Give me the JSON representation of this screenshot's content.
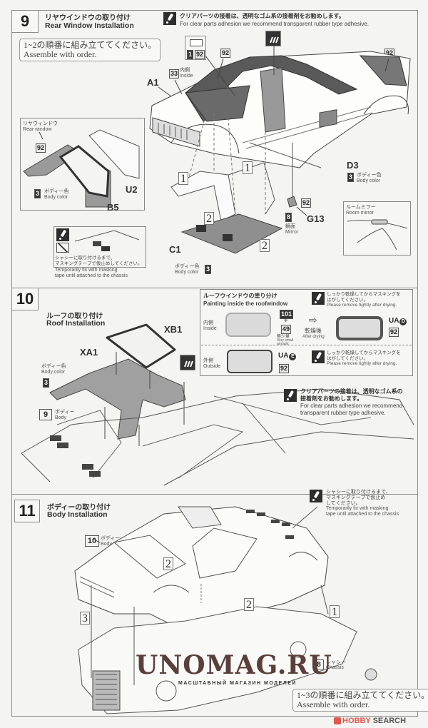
{
  "glue_note": {
    "jp": "クリアパーツの接着は、透明なゴム系の接着剤をお勧めします。",
    "en": "For clear parts adhesion we recommend transparent rubber type adhesive."
  },
  "steps": [
    {
      "number": "9",
      "title_jp": "リヤウインドウの取り付け",
      "title_en": "Rear Window Installation",
      "order_note_jp": "1~2の順番に組み立ててください。",
      "order_note_en": "Assemble with order.",
      "parts": {
        "a1": "A1",
        "u2": "U2",
        "b5": "B5",
        "c1": "C1",
        "d3": "D3",
        "g13": "G13"
      },
      "callouts": {
        "inside_num": "33",
        "inside_jp": "内側",
        "inside_en": "Inside",
        "color_1": "1",
        "color_92": "92",
        "rear_window_jp": "リヤウィンドウ",
        "rear_window_en": "Rear window",
        "body_color_num": "3",
        "body_color_jp": "ボディー色",
        "body_color_en": "Body color",
        "mirror_num": "8",
        "mirror_jp": "鏡面",
        "mirror_en": "Mirror",
        "room_mirror_jp": "ルームミラー",
        "room_mirror_en": "Room mirror",
        "tape_jp_1": "シャシーに取り付けるまで、",
        "tape_jp_2": "マスキングテープで仮止めしてください。",
        "tape_en_1": "Temporarily fix with masking",
        "tape_en_2": "tape until attached to the chassis"
      },
      "order_marks": [
        "1",
        "1",
        "2",
        "2"
      ]
    },
    {
      "number": "10",
      "title_jp": "ルーフの取り付け",
      "title_en": "Roof Installation",
      "parts": {
        "xb1": "XB1",
        "xa1": "XA1"
      },
      "callouts": {
        "body_color_jp": "ボディー色",
        "body_color_en": "Body color",
        "body_color_num": "3",
        "prev_step_num": "9",
        "prev_step_jp": "ボディー",
        "prev_step_en": "Body"
      },
      "roofwindow_panel": {
        "title_jp": "ルーフウインドウの塗り分け",
        "title_en": "Painting inside the roofwindow",
        "inside_jp": "内側",
        "inside_en": "Inside",
        "outside_jp": "外側",
        "outside_en": "Outside",
        "mix_color_a": "101",
        "plus": "+",
        "mix_color_b": "49",
        "mix_jp": "極少量",
        "mix_en": "Very small amount",
        "after_drying_jp": "乾燥後",
        "after_drying_en": "After drying",
        "decal_inside": "UA",
        "decal_inside_badge": "D",
        "decal_outside": "UA",
        "decal_outside_badge": "E",
        "frame_color": "92",
        "frame_color_outside": "92",
        "mask_jp_1": "しっかり乾燥してからマスキングを",
        "mask_jp_2": "はがしてください。",
        "mask_en": "Please remove tightly after drying."
      },
      "glue_note": {
        "jp_1": "クリアパーツの接着は、透明なゴム系の",
        "jp_2": "接着剤をお勧めします。",
        "en_1": "For clear parts adhesion we recommend",
        "en_2": "transparent rubber type adhesive."
      }
    },
    {
      "number": "11",
      "title_jp": "ボディーの取り付け",
      "title_en": "Body Installation",
      "callouts": {
        "prev_step_num": "10",
        "prev_step_jp": "ボディー",
        "prev_step_en": "Body",
        "chassis_num": "8",
        "chassis_jp": "シャシー",
        "chassis_en": "Chassis",
        "tape_jp_1": "シャシーに取り付けるまで、",
        "tape_jp_2": "マスキングテープで仮止め",
        "tape_jp_3": "してください。",
        "tape_en_1": "Temporarily fix with masking",
        "tape_en_2": "tape until attached to the chassis"
      },
      "order_marks": [
        "1",
        "2",
        "2",
        "3"
      ],
      "order_note_jp": "1~3の順番に組み立ててください。",
      "order_note_en": "Assemble with order."
    }
  ],
  "watermark": {
    "main": "UNOMAG.RU",
    "sub": "МАСШТАБНЫЙ МАГАЗИН МОДЕЛЕЙ"
  },
  "source_logo": {
    "hobby": "HOBBY",
    "search": "SEARCH"
  },
  "colors": {
    "paper": "#f4f4f2",
    "ink": "#2a2a2a",
    "gray_part": "#9a9a9a",
    "dark_part": "#555555",
    "watermark": "#5a3f3a",
    "hobby_red": "#e0584f"
  }
}
